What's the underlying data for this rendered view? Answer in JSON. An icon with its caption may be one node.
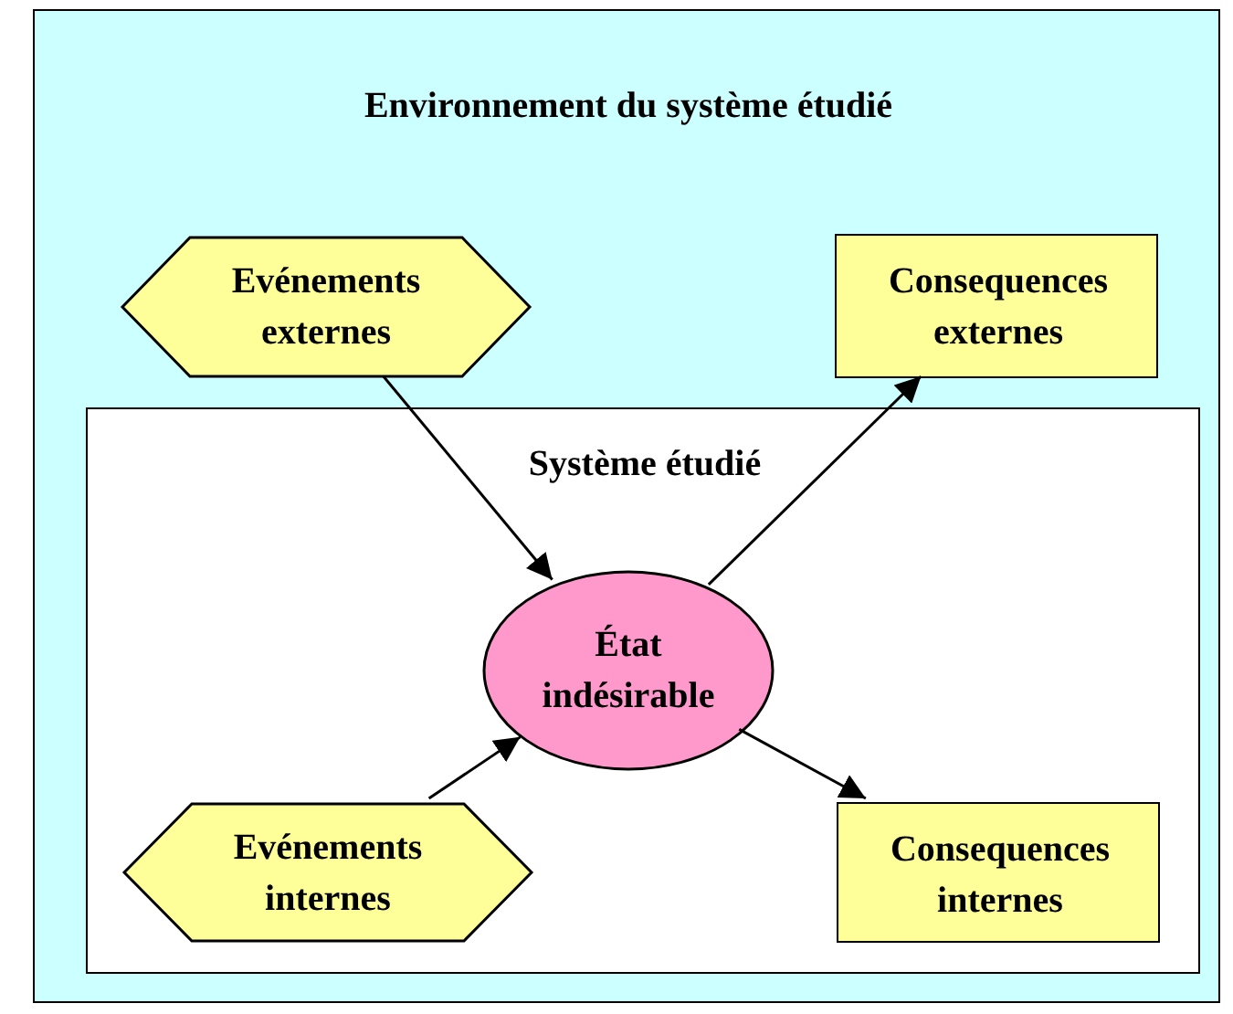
{
  "diagram": {
    "nodes": [
      {
        "text": [
          "Environnement du système étudié"
        ]
      },
      {
        "text": [
          "Evénements externes"
        ],
        "in": 0
      },
      {
        "text": [
          "Consequences externes"
        ],
        "in": 0
      },
      {
        "text": [
          "Système étudié"
        ],
        "in": 0
      },
      {
        "text": [
          "État indésirable"
        ],
        "in": 3
      },
      {
        "text": [
          "Evénements internes"
        ],
        "in": 3
      },
      {
        "text": [
          "Consequences internes"
        ],
        "in": 3
      }
    ],
    "edges": [
      {
        "from": 1,
        "to": 4,
        "arrow": "to"
      },
      {
        "from": 4,
        "to": 2,
        "arrow": "to"
      },
      {
        "from": 5,
        "to": 4,
        "arrow": "to"
      },
      {
        "from": 4,
        "to": 6,
        "arrow": "to"
      }
    ]
  }
}
